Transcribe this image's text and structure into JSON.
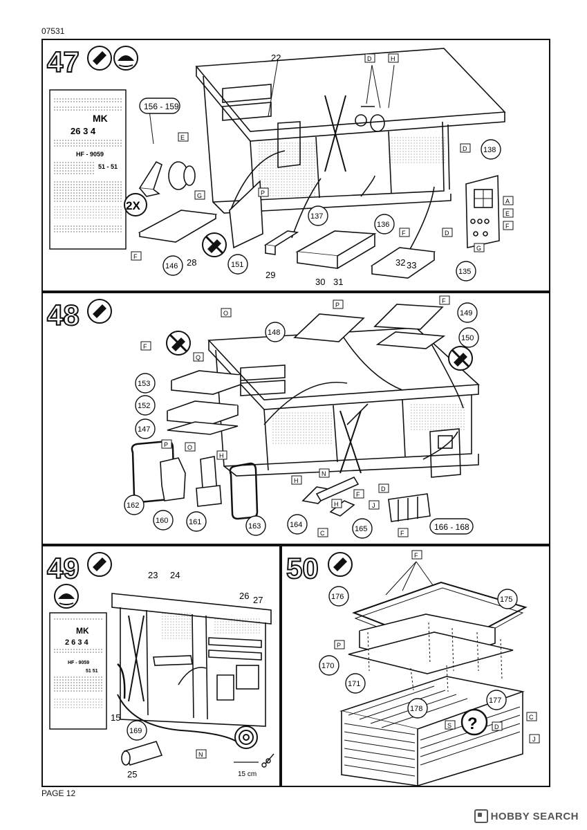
{
  "header": {
    "code": "07531"
  },
  "footer": {
    "page": "PAGE 12",
    "watermark": "HOBBY SEARCH"
  },
  "steps": [
    {
      "number": "47",
      "labels": {
        "p22": "22",
        "p156": "156 - 159",
        "p138": "138",
        "p137": "137",
        "p136": "136",
        "p146": "146",
        "p28": "28",
        "p151": "151",
        "p29": "29",
        "p30": "30",
        "p31": "31",
        "p32": "32",
        "p33": "33",
        "p135": "135",
        "x2": "2X"
      },
      "flags": {
        "d": "D",
        "h": "H",
        "e": "E",
        "g": "G",
        "p": "P",
        "f": "F",
        "a": "A"
      },
      "decal": {
        "mk": "MK",
        "num": "26 3 4",
        "hf": "HF - 9059",
        "s51": "51 - 51"
      }
    },
    {
      "number": "48",
      "labels": {
        "p148": "148",
        "p149": "149",
        "p150": "150",
        "p153": "153",
        "p152": "152",
        "p147": "147",
        "p162": "162",
        "p160": "160",
        "p161": "161",
        "p163": "163",
        "p164": "164",
        "p165": "165",
        "p166": "166 - 168"
      },
      "flags": {
        "o": "O",
        "p": "P",
        "f": "F",
        "q": "Q",
        "h": "H",
        "n": "N",
        "c": "C",
        "d": "D",
        "j": "J"
      }
    },
    {
      "number": "49",
      "labels": {
        "p23": "23",
        "p24": "24",
        "p26": "26",
        "p27": "27",
        "p15": "15",
        "p169": "169",
        "p25": "25",
        "len": "15 cm"
      },
      "flags": {
        "n": "N"
      },
      "decal": {
        "mk": "MK",
        "num": "2 6 3 4",
        "hf": "HF - 9059",
        "s51": "51 51"
      }
    },
    {
      "number": "50",
      "labels": {
        "p176": "176",
        "p175": "175",
        "p170": "170",
        "p171": "171",
        "p178": "178",
        "p177": "177",
        "q": "?"
      },
      "flags": {
        "f": "F",
        "p": "P",
        "c": "C",
        "j": "J",
        "s": "S",
        "d": "D"
      }
    }
  ]
}
